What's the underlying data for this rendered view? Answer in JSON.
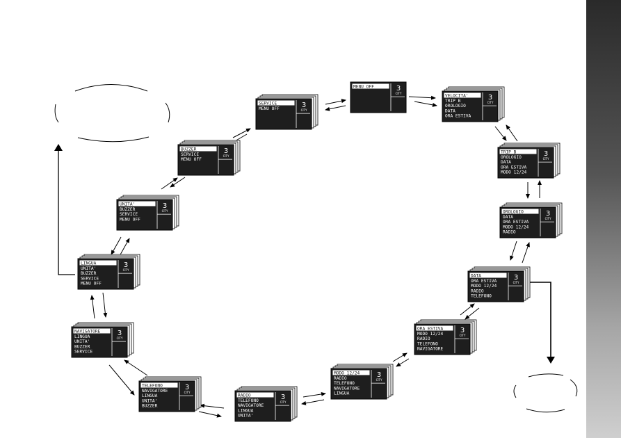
{
  "colors": {
    "screen": "#1e1e1e",
    "text": "#ffffff",
    "highlight": "#ffffff",
    "line": "#000000",
    "sidebar": "#3a3a3a"
  },
  "display": {
    "big": "3",
    "small": "CITY"
  },
  "screens": [
    {
      "id": "menu-off",
      "lines": [
        "MENU OFF"
      ],
      "stacked": false
    },
    {
      "id": "velocita",
      "lines": [
        "VELOCITA'",
        "TRIP B",
        "OROLOGIO",
        "DATA",
        "ORA ESTIVA"
      ],
      "stacked": true
    },
    {
      "id": "trip-b",
      "lines": [
        "TRIP B",
        "OROLOGIO",
        "DATA",
        "ORA ESTIVA",
        "MODO 12/24"
      ],
      "stacked": true
    },
    {
      "id": "orologio",
      "lines": [
        "OROLOGIO",
        "DATA",
        "ORA ESTIVA",
        "MODO 12/24",
        "RADIO"
      ],
      "stacked": true
    },
    {
      "id": "data",
      "lines": [
        "DATA",
        "ORA ESTIVA",
        "MODO 12/24",
        "RADIO",
        "TELEFONO"
      ],
      "stacked": true
    },
    {
      "id": "ora-estiva",
      "lines": [
        "ORA ESTIVA",
        "MODO 12/24",
        "RADIO",
        "TELEFONO",
        "NAVIGATORE"
      ],
      "stacked": true
    },
    {
      "id": "modo-12-24",
      "lines": [
        "MODO 12/24",
        "RADIO",
        "TELEFONO",
        "NAVIGATORE",
        "LINGUA"
      ],
      "stacked": true
    },
    {
      "id": "radio",
      "lines": [
        "RADIO",
        "TELEFONO",
        "NAVIGATORE",
        "LINGUA",
        "UNITA'"
      ],
      "stacked": true
    },
    {
      "id": "telefono",
      "lines": [
        "TELEFONO",
        "NAVIGATORE",
        "LINGUA",
        "UNITA'",
        "BUZZER"
      ],
      "stacked": true
    },
    {
      "id": "navigatore",
      "lines": [
        "NAVIGATORE",
        "LINGUA",
        "UNITA'",
        "BUZZER",
        "SERVICE"
      ],
      "stacked": true
    },
    {
      "id": "lingua",
      "lines": [
        "LINGUA",
        "UNITA'",
        "BUZZER",
        "SERVICE",
        "MENU OFF"
      ],
      "stacked": true
    },
    {
      "id": "unita",
      "lines": [
        "UNITA'",
        "BUZZER",
        "SERVICE",
        "MENU OFF"
      ],
      "stacked": true
    },
    {
      "id": "buzzer",
      "lines": [
        "BUZZER",
        "SERVICE",
        "MENU OFF"
      ],
      "stacked": true
    },
    {
      "id": "service",
      "lines": [
        "SERVICE",
        "MENU OFF"
      ],
      "stacked": true
    }
  ]
}
